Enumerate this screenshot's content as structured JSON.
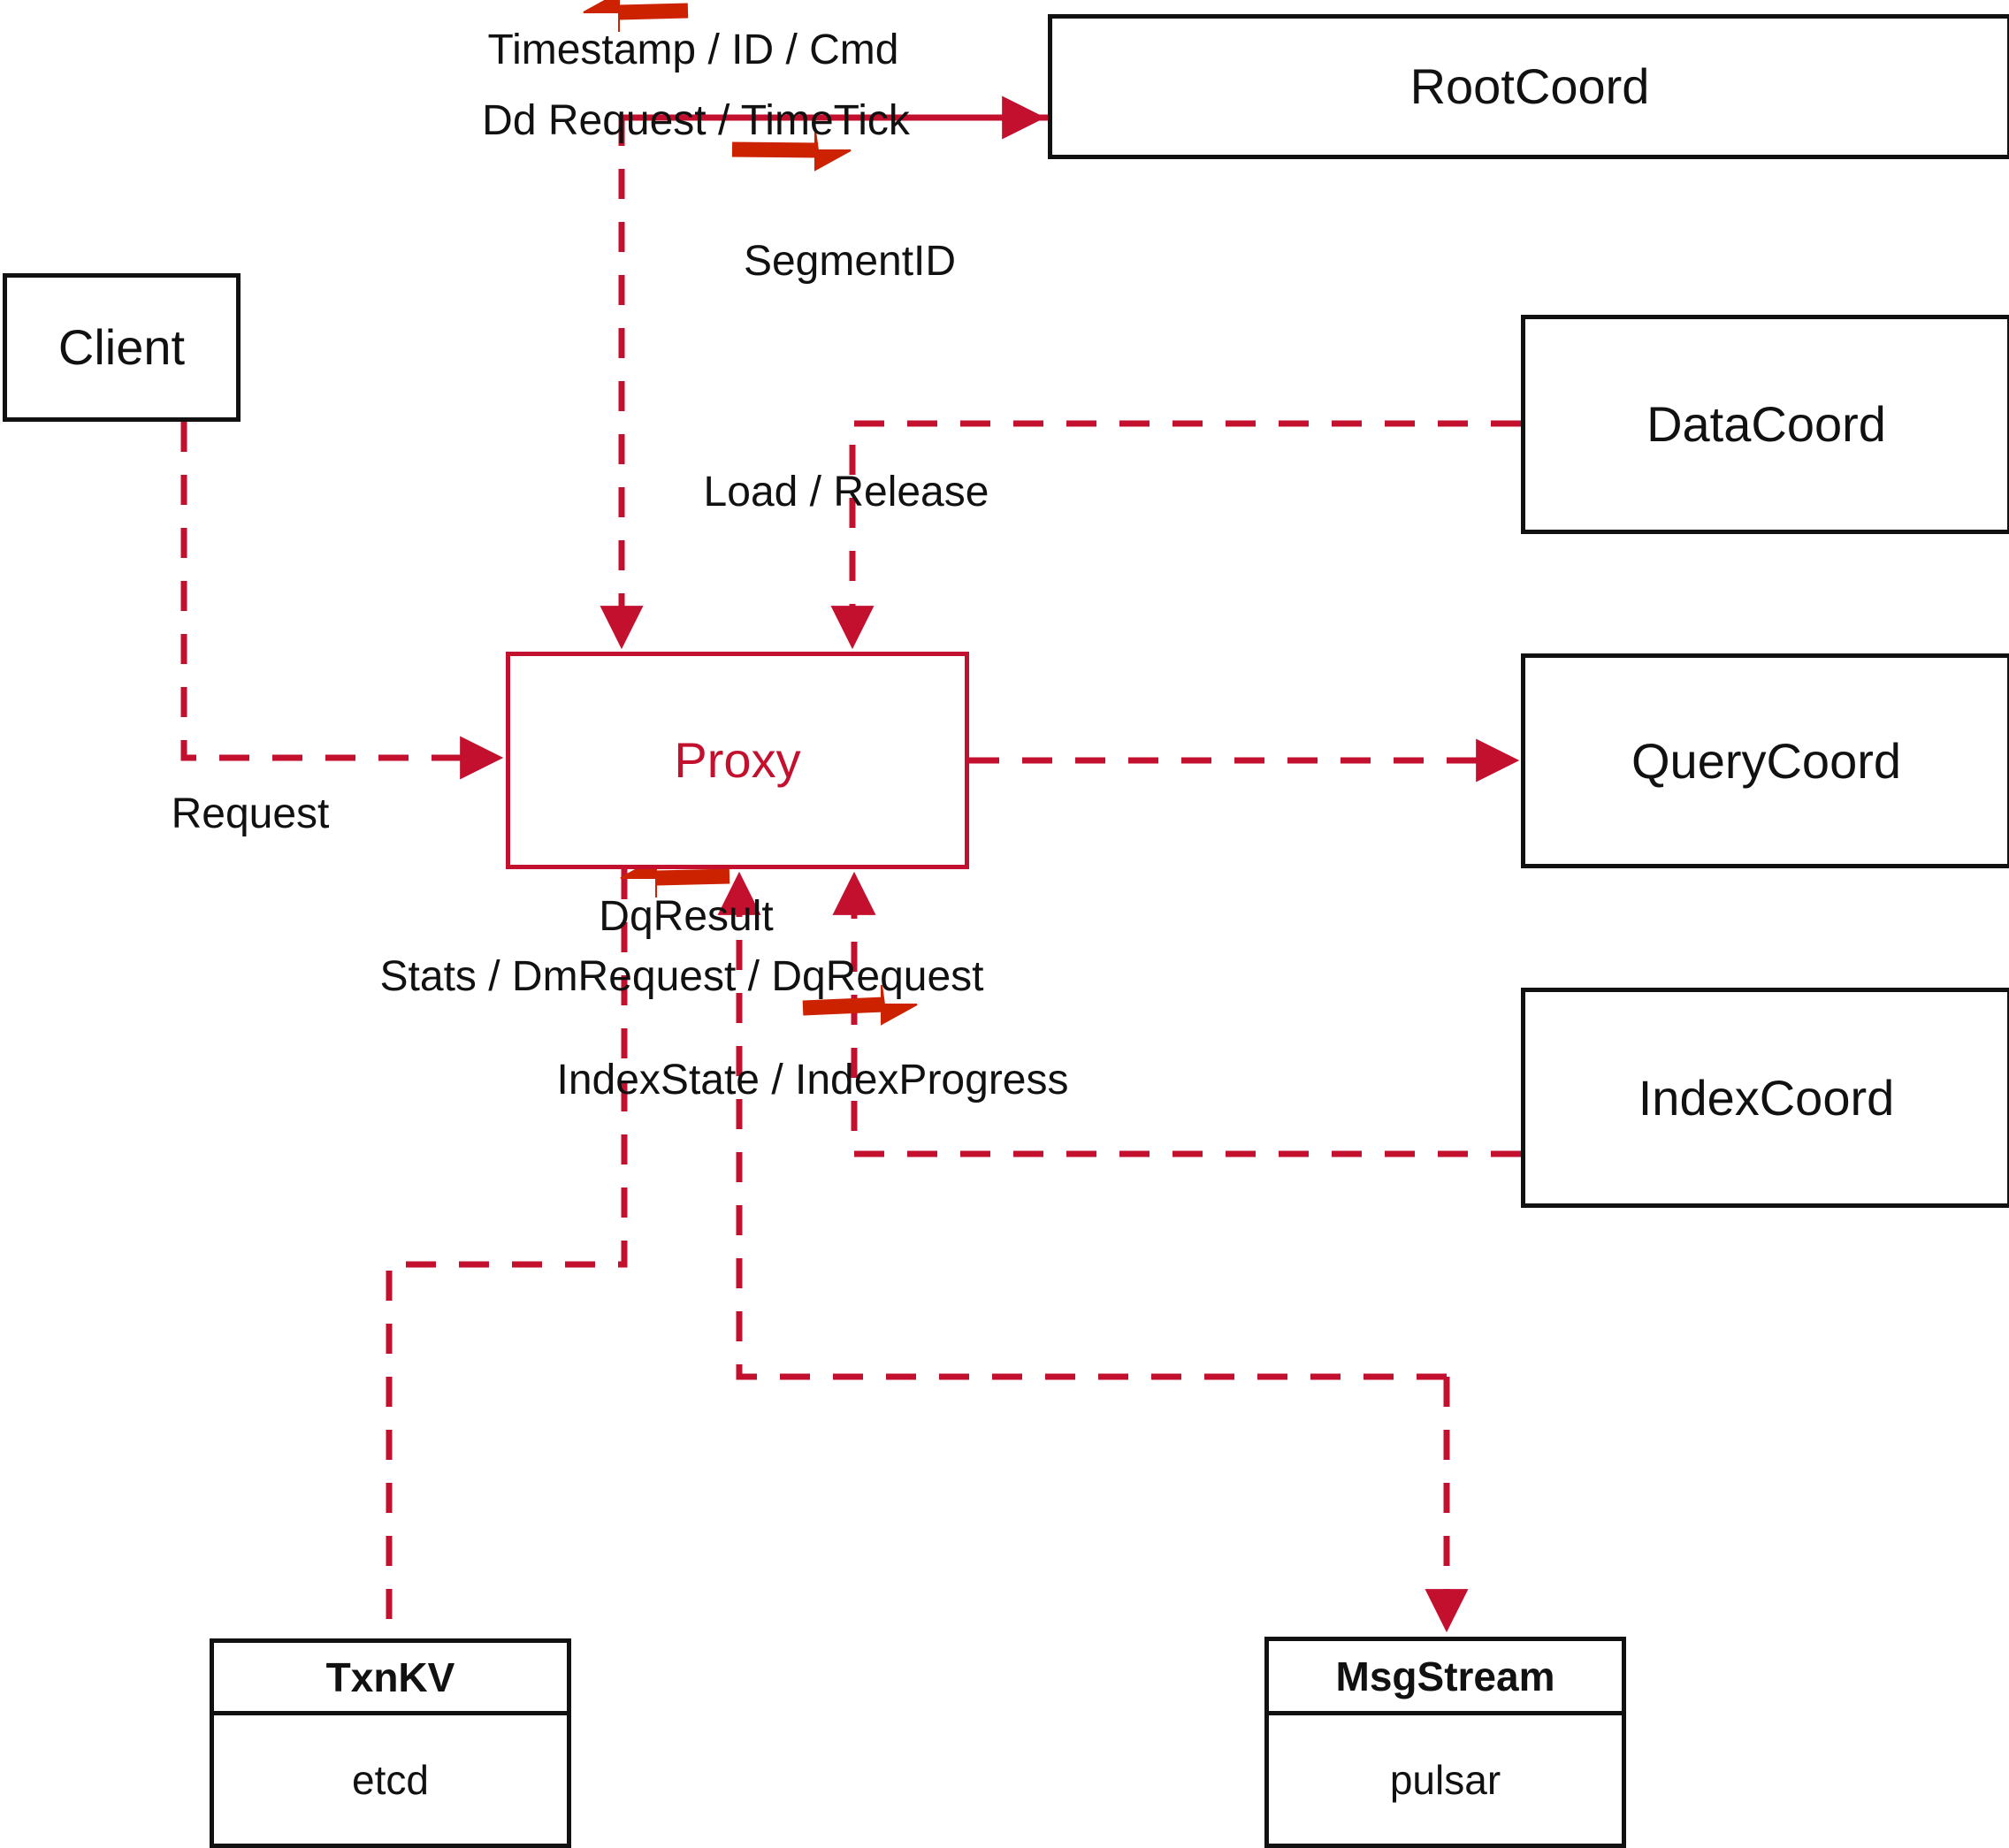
{
  "diagram": {
    "title": "Proxy architecture dataflow",
    "colors": {
      "line": "#c2102e",
      "arrow_bold": "#cc2200",
      "box_border": "#111111",
      "proxy_border": "#c2102e",
      "proxy_text": "#c2102e",
      "background": "#ffffff"
    }
  },
  "nodes": {
    "client": {
      "label": "Client"
    },
    "proxy": {
      "label": "Proxy"
    },
    "root_coord": {
      "label": "RootCoord"
    },
    "data_coord": {
      "label": "DataCoord"
    },
    "query_coord": {
      "label": "QueryCoord"
    },
    "index_coord": {
      "label": "IndexCoord"
    },
    "txnkv": {
      "title": "TxnKV",
      "impl": "etcd"
    },
    "msgstream": {
      "title": "MsgStream",
      "impl": "pulsar"
    }
  },
  "edge_labels": {
    "timestamp_id_cmd": "Timestamp / ID / Cmd",
    "dd_request_timetick": "Dd Request / TimeTick",
    "segment_id": "SegmentID",
    "request": "Request",
    "load_release": "Load / Release",
    "index_state_progress": "IndexState / IndexProgress",
    "dq_result": "DqResult",
    "stats_dm_dq_request": "Stats / DmRequest / DqRequest"
  },
  "legend_arrows": [
    {
      "name": "inbound-arrow-rootcoord",
      "direction": "left",
      "pairs_with": "Timestamp / ID / Cmd"
    },
    {
      "name": "outbound-arrow-rootcoord",
      "direction": "right",
      "pairs_with": "Dd Request / TimeTick"
    },
    {
      "name": "inbound-arrow-msgstream",
      "direction": "left",
      "pairs_with": "DqResult"
    },
    {
      "name": "outbound-arrow-msgstream",
      "direction": "right",
      "pairs_with": "Stats / DmRequest / DqRequest"
    }
  ]
}
